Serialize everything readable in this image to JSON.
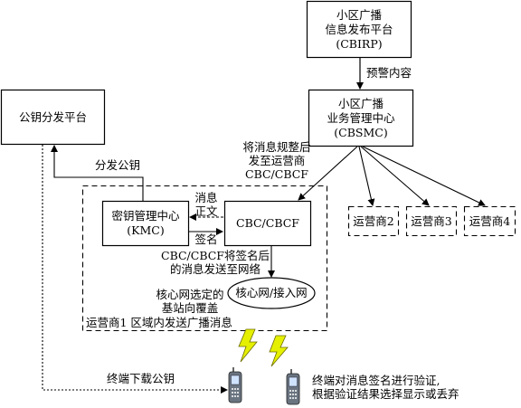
{
  "nodes": {
    "cbirp": {
      "line1": "小区广播",
      "line2": "信息发布平台",
      "line3": "(CBIRP)"
    },
    "cbsmc": {
      "line1": "小区广播",
      "line2": "业务管理中心",
      "line3": "(CBSMC)"
    },
    "key_platform": {
      "label": "公钥分发平台"
    },
    "kmc": {
      "line1": "密钥管理中心",
      "line2": "(KMC)"
    },
    "cbc": {
      "label": "CBC/CBCF"
    },
    "core_network": {
      "label": "核心网/接入网"
    },
    "operators": [
      "运营商2",
      "运营商3",
      "运营商4"
    ]
  },
  "edge_labels": {
    "warning_content": "预警内容",
    "to_operator": {
      "line1": "将消息规整后",
      "line2": "发至运营商",
      "line3": "CBC/CBCF"
    },
    "distribute_key": "分发公钥",
    "message_body": {
      "line1": "消息",
      "line2": "正文"
    },
    "signature": "签名",
    "cbc_send": {
      "line1": "CBC/CBCF将签名后",
      "line2": "的消息发送至网络"
    },
    "coverage": {
      "line1": "核心网选定的",
      "line2": "基站向覆盖"
    },
    "operator1": "运营商1  区域内发送广播消息",
    "download_key": "终端下载公钥",
    "verify": {
      "line1": "终端对消息签名进行验证,",
      "line2": "根据验证结果选择显示或丢弃"
    }
  }
}
